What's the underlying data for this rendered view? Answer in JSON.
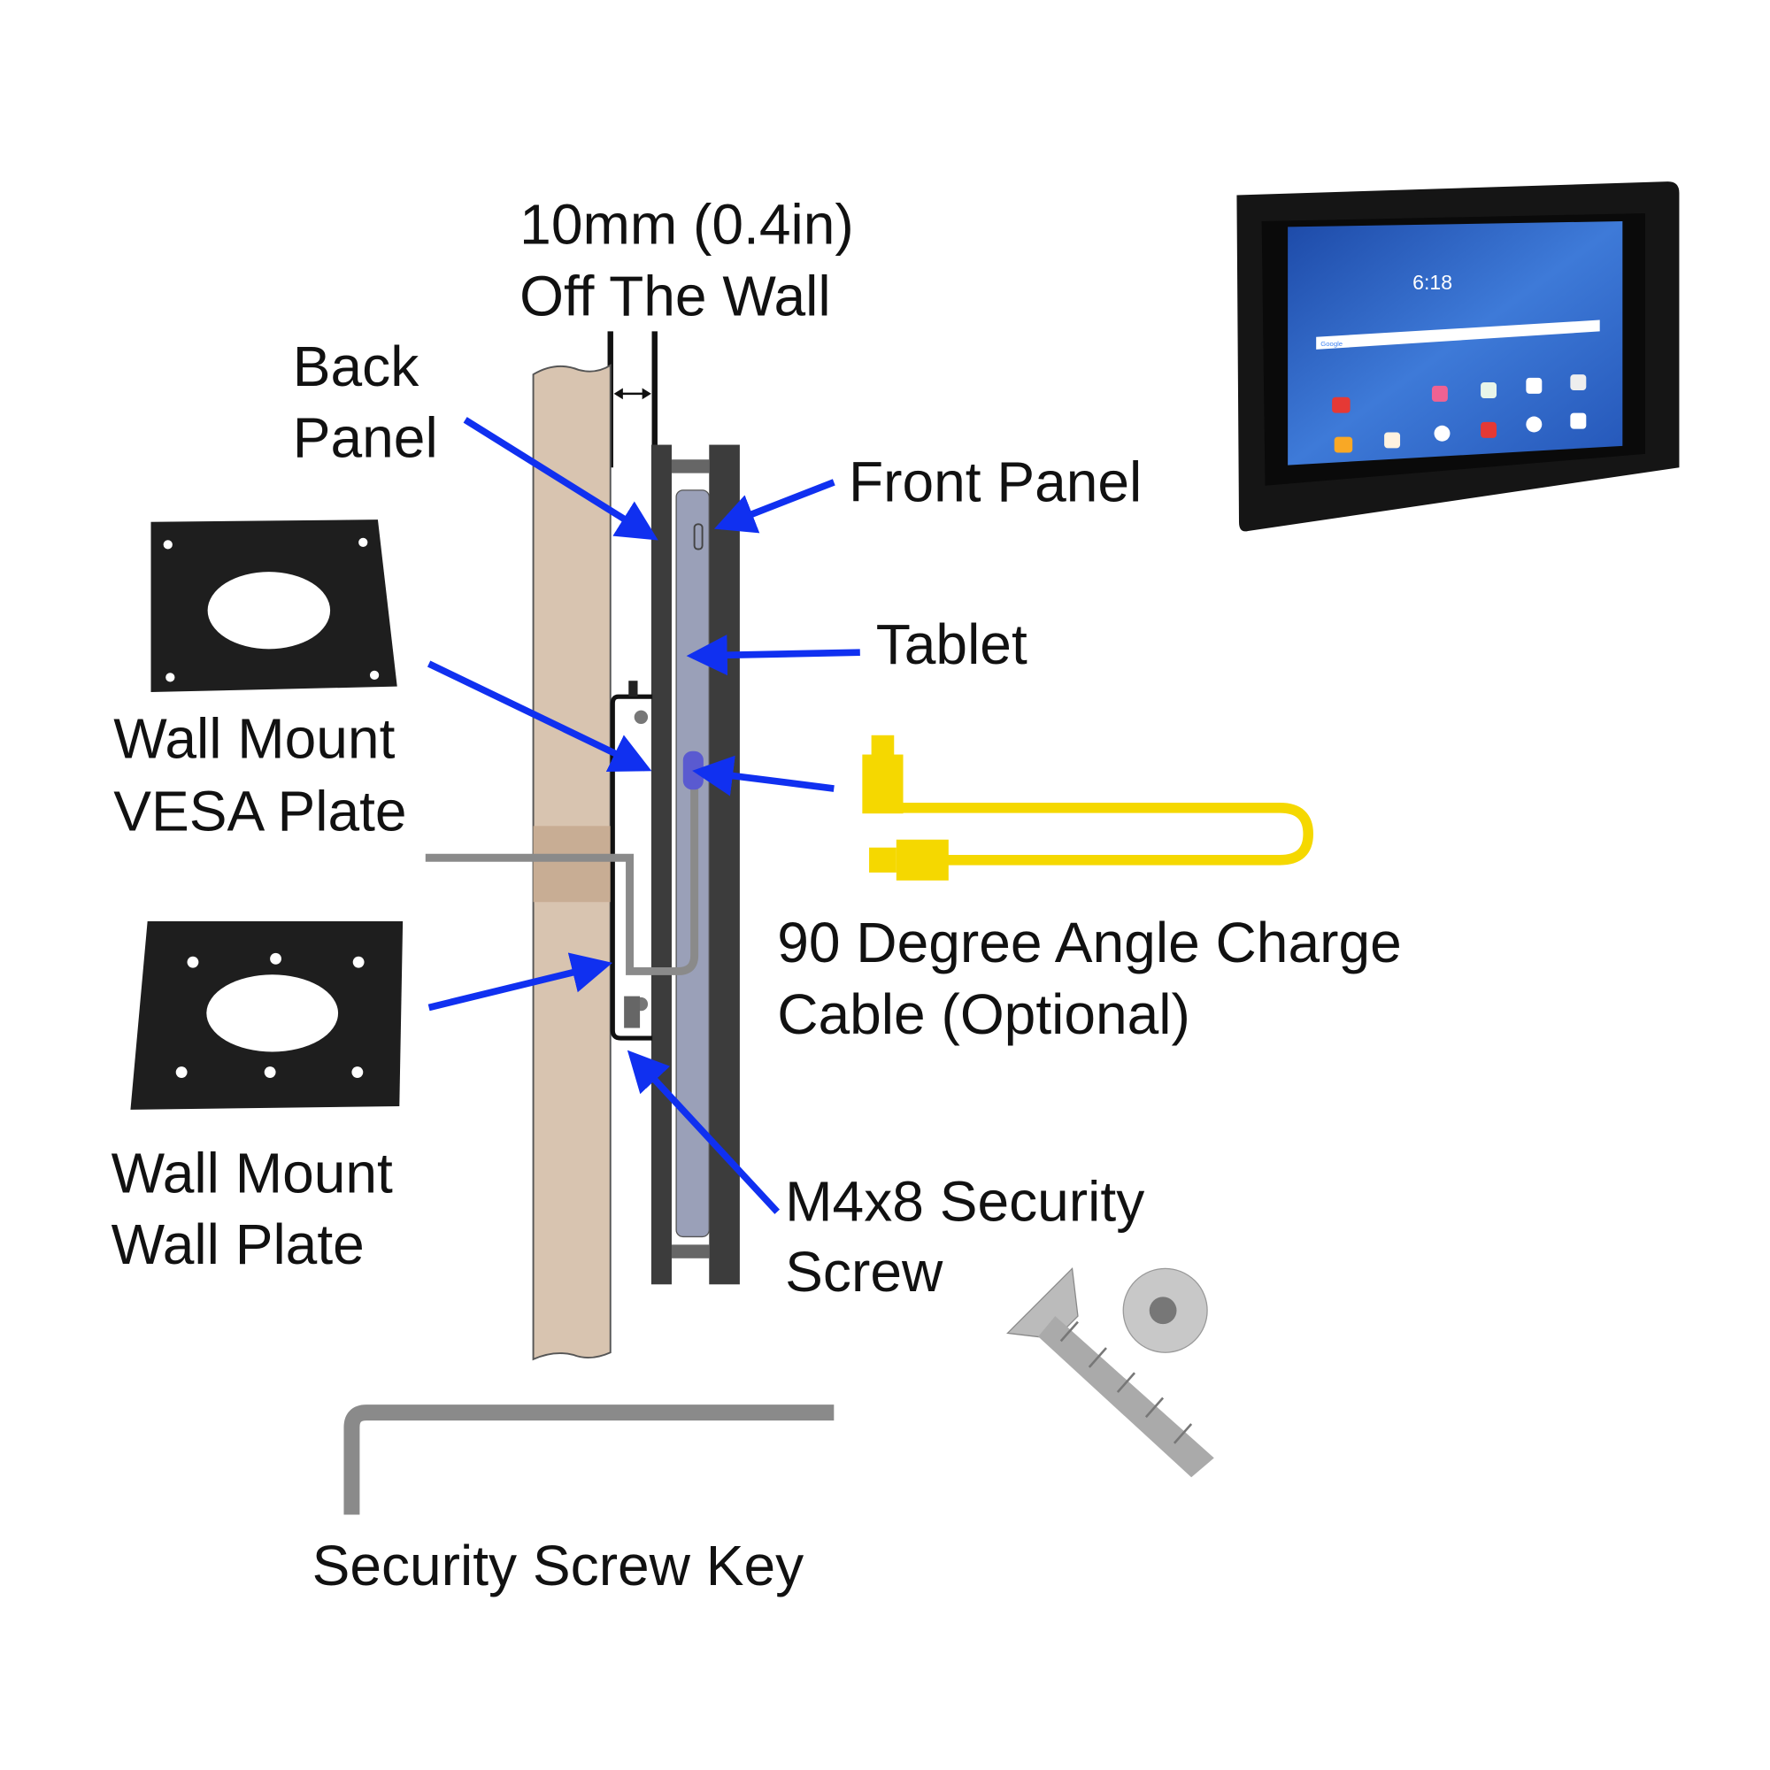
{
  "dimension": {
    "line1": "10mm (0.4in)",
    "line2": "Off The Wall"
  },
  "labels": {
    "back_panel": [
      "Back",
      "Panel"
    ],
    "front_panel": "Front Panel",
    "tablet": "Tablet",
    "vesa_plate": [
      "Wall Mount",
      "VESA Plate"
    ],
    "charge_cable": [
      "90 Degree Angle Charge",
      "Cable (Optional)"
    ],
    "wall_plate": [
      "Wall Mount",
      "Wall Plate"
    ],
    "security_screw": [
      "M4x8 Security",
      "Screw"
    ],
    "screw_key": "Security Screw Key"
  },
  "tablet_screen": {
    "time": "6:18",
    "search_brand": "Google"
  },
  "colors": {
    "arrow": "#1030f0",
    "wall": "#d8c4b0",
    "panel": "#3c3c3c",
    "tablet": "#9aa0b8",
    "cable": "#f5d800",
    "key": "#8a8a8a",
    "screen": "#2f63c8"
  }
}
